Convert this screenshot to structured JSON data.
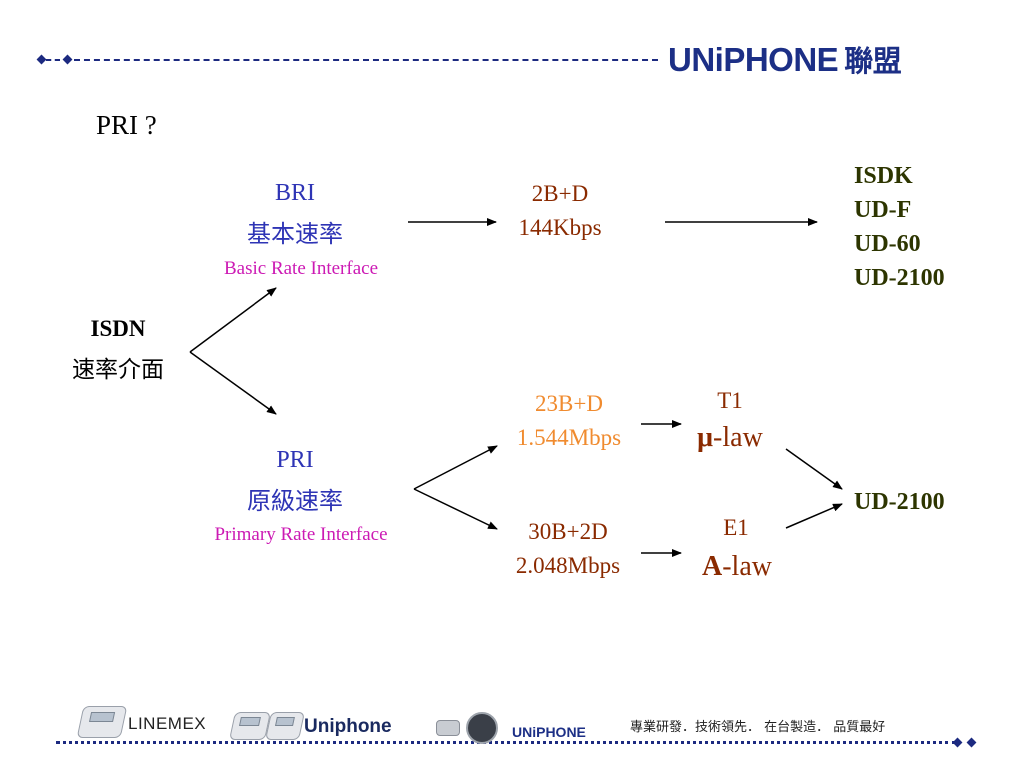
{
  "header": {
    "logo_text": "UNiPHONE",
    "logo_cn": "聯盟"
  },
  "title": "PRI ?",
  "root": {
    "label_en": "ISDN",
    "label_cn": "速率介面"
  },
  "bri": {
    "name": "BRI",
    "name_cn": "基本速率",
    "full": "Basic Rate Interface",
    "channels": "2B+D",
    "rate": "144Kbps",
    "products": [
      "ISDK",
      "UD-F",
      "UD-60",
      "UD-2100"
    ]
  },
  "pri": {
    "name": "PRI",
    "name_cn": "原級速率",
    "full": "Primary Rate Interface",
    "t1": {
      "channels": "23B+D",
      "rate": "1.544Mbps",
      "label": "T1",
      "law_prefix": "μ",
      "law_suffix": "-law"
    },
    "e1": {
      "channels": "30B+2D",
      "rate": "2.048Mbps",
      "label": "E1",
      "law_prefix": "A",
      "law_suffix": "-law"
    },
    "product": "UD-2100"
  },
  "footer": {
    "brand_linemex": "LINEMEX",
    "brand_uniphone": "Uniphone",
    "brand_uniphone_small": "UNiPHONE",
    "slogan": "專業研發．技術領先．  在台製造．  品質最好"
  },
  "colors": {
    "navy": "#1c2a80",
    "blue": "#2e34b5",
    "magenta": "#cc1ab4",
    "orange": "#f08b2f",
    "brown": "#8a2a00",
    "olive": "#2d3500"
  }
}
